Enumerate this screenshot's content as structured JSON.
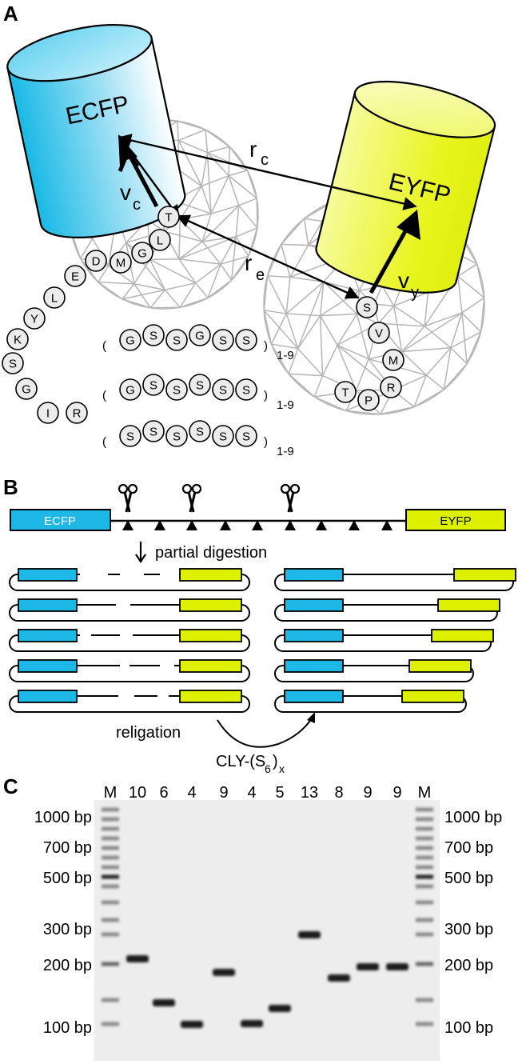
{
  "panel_a": {
    "label": "A",
    "ecfp_label": "ECFP",
    "eyfp_label": "EYFP",
    "rc_main": "r",
    "rc_sub": "c",
    "re_main": "r",
    "re_sub": "e",
    "vc_main": "v",
    "vc_sub": "c",
    "vy_main": "v",
    "vy_sub": "y",
    "ecfp_tail_residues": [
      "T",
      "L",
      "G",
      "M",
      "D",
      "E",
      "L",
      "Y",
      "K",
      "S",
      "G",
      "I",
      "R"
    ],
    "eyfp_tail_residues": [
      "S",
      "V",
      "M",
      "R",
      "P",
      "T"
    ],
    "linker_rows": [
      {
        "residues": [
          "G",
          "S",
          "S",
          "G",
          "S",
          "S"
        ],
        "repeat": "1-9"
      },
      {
        "residues": [
          "G",
          "S",
          "S",
          "S",
          "S",
          "S"
        ],
        "repeat": "1-9"
      },
      {
        "residues": [
          "S",
          "S",
          "S",
          "S",
          "S",
          "S"
        ],
        "repeat": "1-9"
      }
    ],
    "colors": {
      "ecfp": "#1fc0e8",
      "eyfp": "#e5f21a",
      "sphere": "#b5b5b5"
    }
  },
  "panel_b": {
    "label": "B",
    "ecfp_label": "ECFP",
    "eyfp_label": "EYFP",
    "digestion_label": "partial digestion",
    "religation_label": "religation",
    "product_label": "CLY-(S",
    "product_sub": "6",
    "product_close": ")",
    "product_sub_x": "x",
    "scissor_icon": "scissors-icon",
    "colors": {
      "ecfp": "#1db8e6",
      "eyfp": "#dcf000"
    }
  },
  "panel_c": {
    "label": "C",
    "lane_labels": [
      "M",
      "10",
      "6",
      "4",
      "9",
      "4",
      "5",
      "13",
      "8",
      "9",
      "9",
      "M"
    ],
    "ladder_left": [
      "1000 bp",
      "700 bp",
      "500 bp",
      "300 bp",
      "200 bp",
      "100 bp"
    ],
    "ladder_right": [
      "1000 bp",
      "700 bp",
      "500 bp",
      "300 bp",
      "200 bp",
      "100 bp"
    ],
    "band_sizes_bp": [
      230,
      150,
      120,
      200,
      120,
      140,
      280,
      190,
      210,
      210
    ]
  }
}
